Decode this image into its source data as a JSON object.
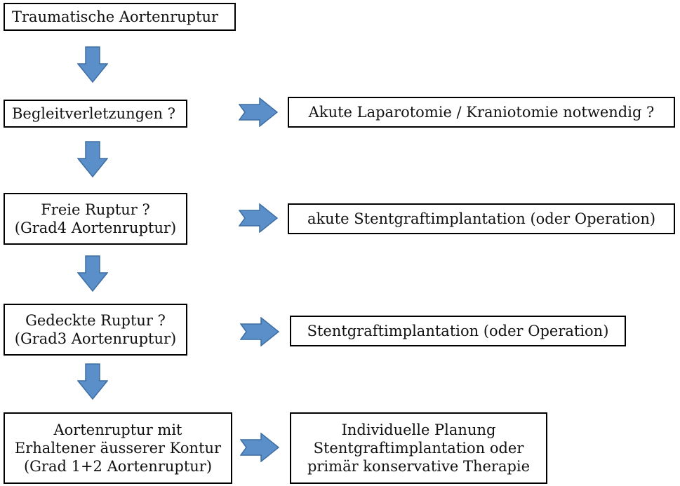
{
  "colors": {
    "arrow_fill": "#5b8fc9",
    "arrow_stroke": "#3d6ea3",
    "box_border": "#000000"
  },
  "flow": {
    "start": {
      "label": "Traumatische Aortenruptur"
    },
    "step1": {
      "question": "Begleitverletzungen ?",
      "outcome": "Akute Laparotomie / Kraniotomie notwendig ?"
    },
    "step2": {
      "line1": "Freie Ruptur ?",
      "line2": "(Grad4 Aortenruptur)",
      "outcome": "akute Stentgraftimplantation (oder Operation)"
    },
    "step3": {
      "line1": "Gedeckte Ruptur ?",
      "line2": "(Grad3 Aortenruptur)",
      "outcome": "Stentgraftimplantation (oder Operation)"
    },
    "step4": {
      "line1": "Aortenruptur mit",
      "line2": "Erhaltener äusserer Kontur",
      "line3": "(Grad 1+2 Aortenruptur)",
      "outcome_line1": "Individuelle Planung",
      "outcome_line2": "Stentgraftimplantation oder",
      "outcome_line3": "primär konservative Therapie"
    }
  }
}
